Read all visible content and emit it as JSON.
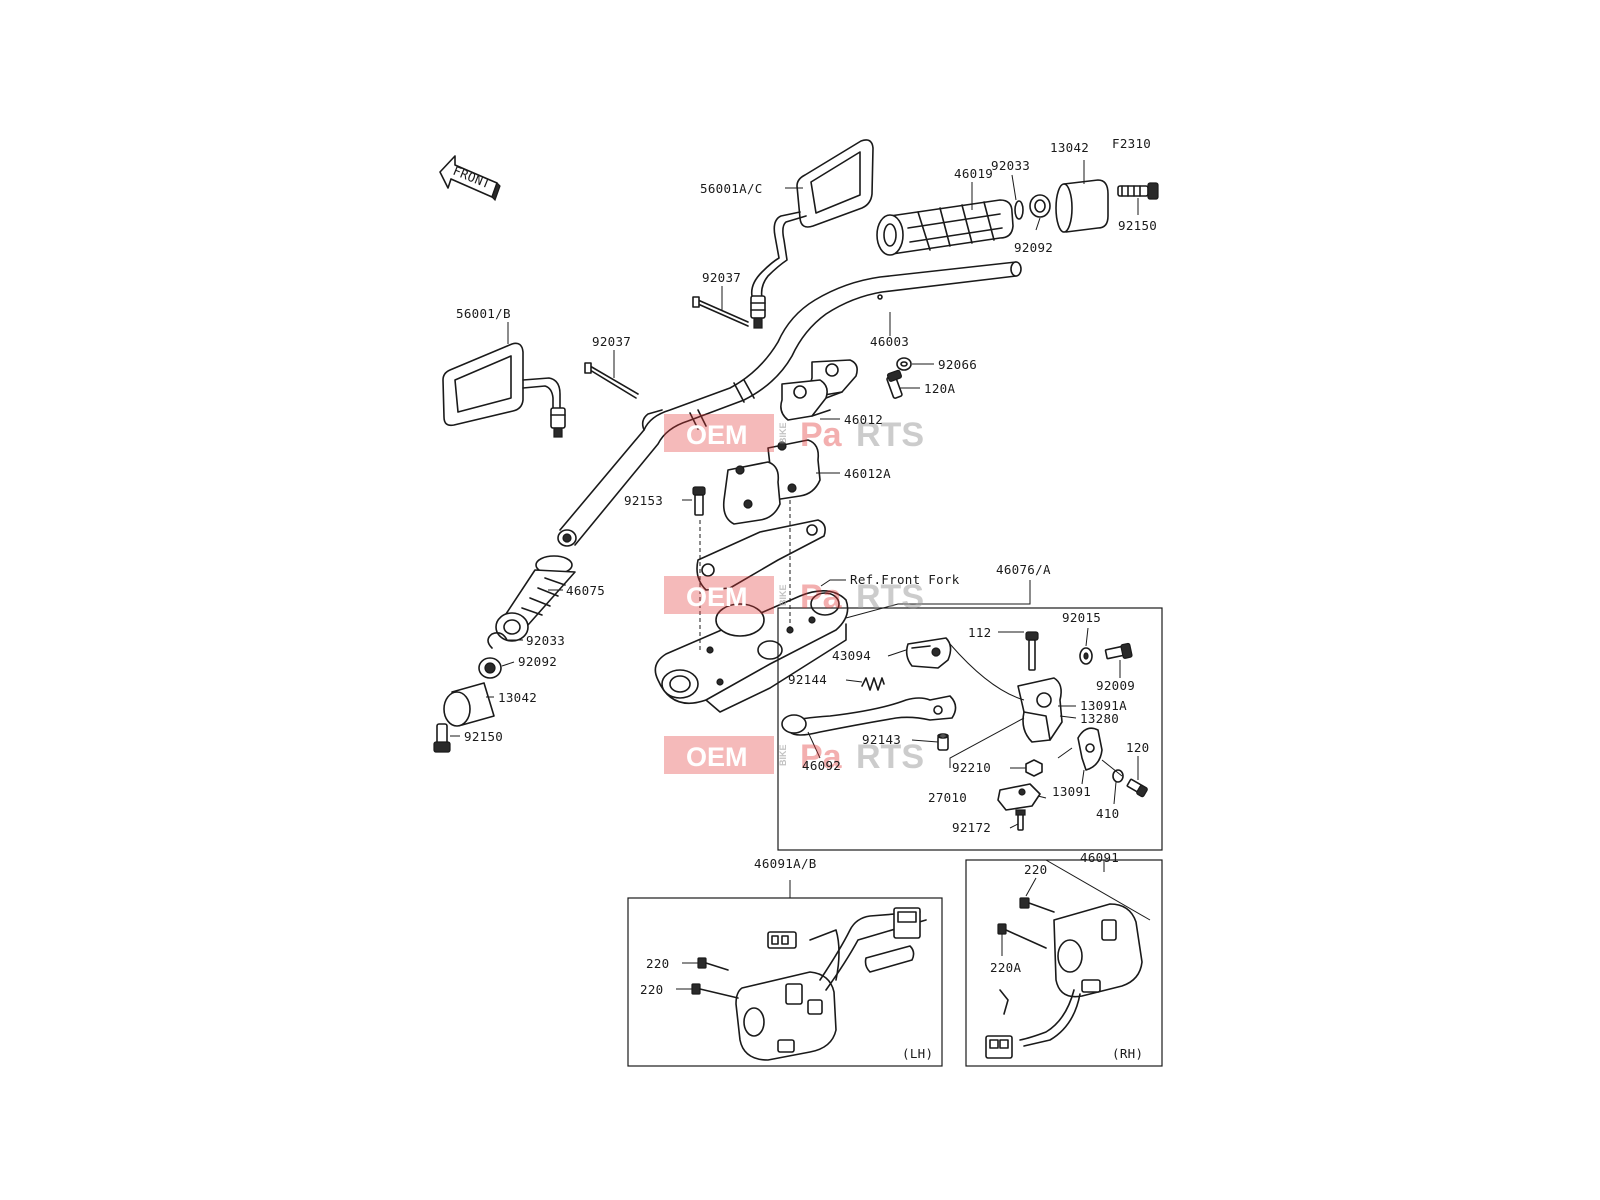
{
  "diagram": {
    "figure_code": "F2310",
    "front_arrow": "FRONT",
    "reference_note": "Ref.Front Fork",
    "side_left": "(LH)",
    "side_right": "(RH)",
    "watermark": {
      "oem": "OEM",
      "parts_p": "Pa",
      "parts_rest": "RTS",
      "bike": "BIKE"
    },
    "labels": {
      "56001AC": "56001A/C",
      "46019": "46019",
      "92033_top": "92033",
      "13042_top": "13042",
      "92092_top": "92092",
      "92150_top": "92150",
      "92037_top": "92037",
      "56001B": "56001/B",
      "92037_mid": "92037",
      "46003": "46003",
      "92066": "92066",
      "120A": "120A",
      "46012": "46012",
      "46012A": "46012A",
      "92153": "92153",
      "46075": "46075",
      "92033_bot": "92033",
      "92092_bot": "92092",
      "13042_bot": "13042",
      "92150_bot": "92150",
      "46076A": "46076/A",
      "112": "112",
      "92015": "92015",
      "43094": "43094",
      "92009": "92009",
      "92144": "92144",
      "13091A": "13091A",
      "13280": "13280",
      "120": "120",
      "92143": "92143",
      "46092": "46092",
      "92210": "92210",
      "13091": "13091",
      "27010": "27010",
      "410": "410",
      "92172": "92172",
      "46091AB": "46091A/B",
      "46091": "46091",
      "220_lh1": "220",
      "220_lh2": "220",
      "220_rh": "220",
      "220A": "220A"
    }
  }
}
